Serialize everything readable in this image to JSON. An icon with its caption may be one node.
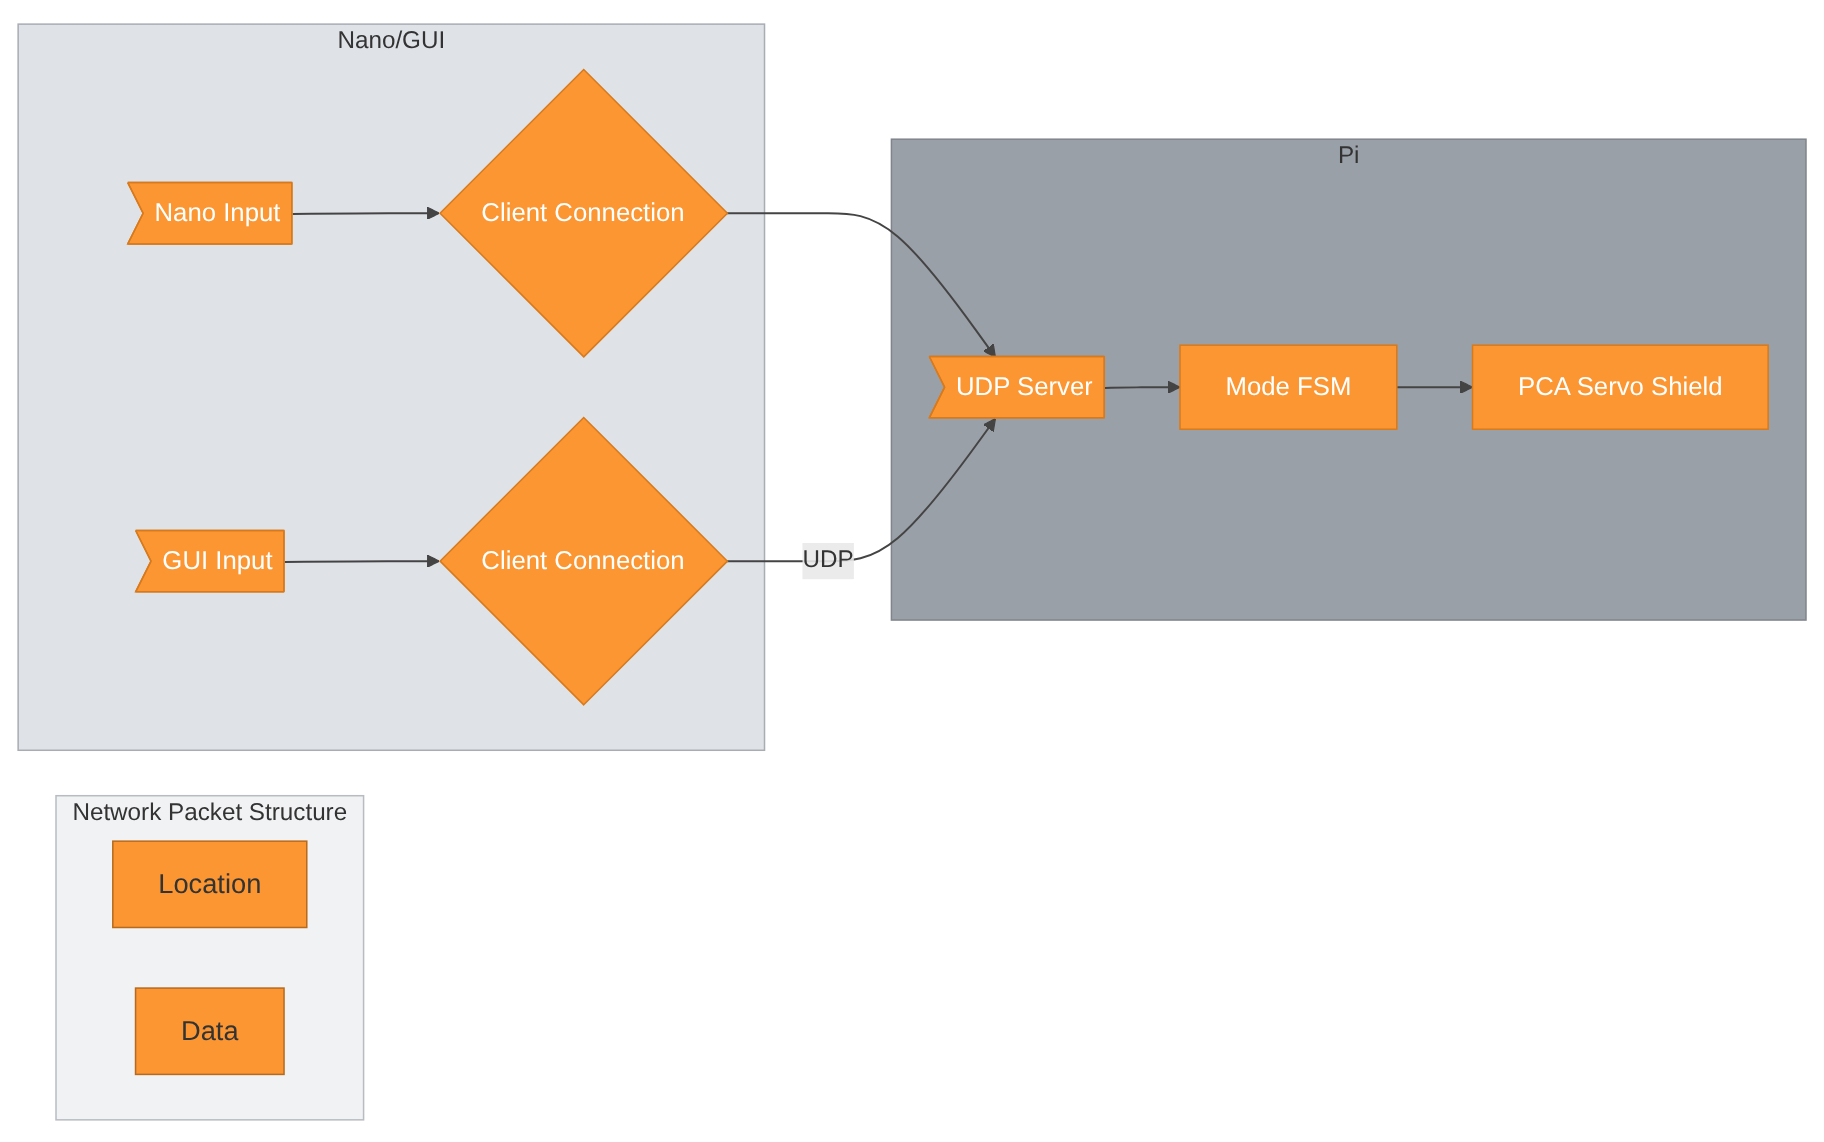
{
  "diagram": {
    "nodes": [
      {
        "text": [
          "Network Packet Structure"
        ]
      },
      {
        "text": [
          "Location"
        ],
        "in": 0
      },
      {
        "text": [
          "Data"
        ],
        "in": 0
      },
      {
        "text": [
          "Nano/GUI"
        ]
      },
      {
        "text": [
          "Nano Input"
        ],
        "in": 3
      },
      {
        "text": [
          "Client Connection"
        ],
        "in": 3
      },
      {
        "text": [
          "GUI Input"
        ],
        "in": 3
      },
      {
        "text": [
          "Client Connection"
        ],
        "in": 3
      },
      {
        "text": [
          "Pi"
        ]
      },
      {
        "text": [
          "UDP Server"
        ],
        "in": 8
      },
      {
        "text": [
          "Mode FSM"
        ],
        "in": 8
      },
      {
        "text": [
          "PCA Servo Shield"
        ],
        "in": 8
      }
    ],
    "edges": [
      {
        "from": 4,
        "to": 5,
        "arrow": "to"
      },
      {
        "from": 5,
        "to": 9,
        "arrow": "to"
      },
      {
        "from": 6,
        "to": 7,
        "arrow": "to"
      },
      {
        "from": 7,
        "to": 9,
        "arrow": "to",
        "label": "UDP"
      },
      {
        "from": 9,
        "to": 10,
        "arrow": "to"
      },
      {
        "from": 10,
        "to": 11,
        "arrow": "to"
      }
    ]
  }
}
